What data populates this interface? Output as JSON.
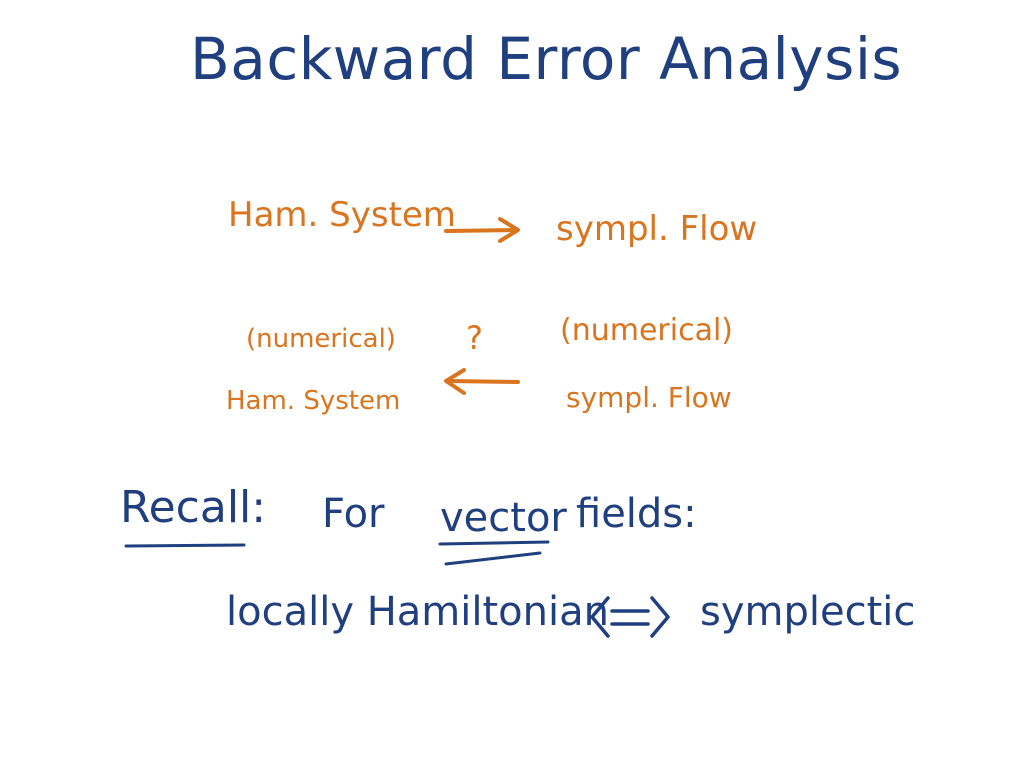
{
  "title": "Backward Error Analysis",
  "top_row": {
    "left": "Ham. System",
    "right": "sympl. Flow"
  },
  "bottom_row": {
    "left_top": "(numerical)",
    "left_bottom": "Ham. System",
    "question_mark": "?",
    "right_top": "(numerical)",
    "right_bottom": "sympl. Flow"
  },
  "recall": {
    "label": "Recall:",
    "for": "For",
    "vector": "vector",
    "fields": "fields:"
  },
  "equivalence": {
    "left": "locally Hamiltonian",
    "right": "symplectic"
  },
  "colors": {
    "blue": "#1f3f7f",
    "orange": "#d9741f"
  }
}
